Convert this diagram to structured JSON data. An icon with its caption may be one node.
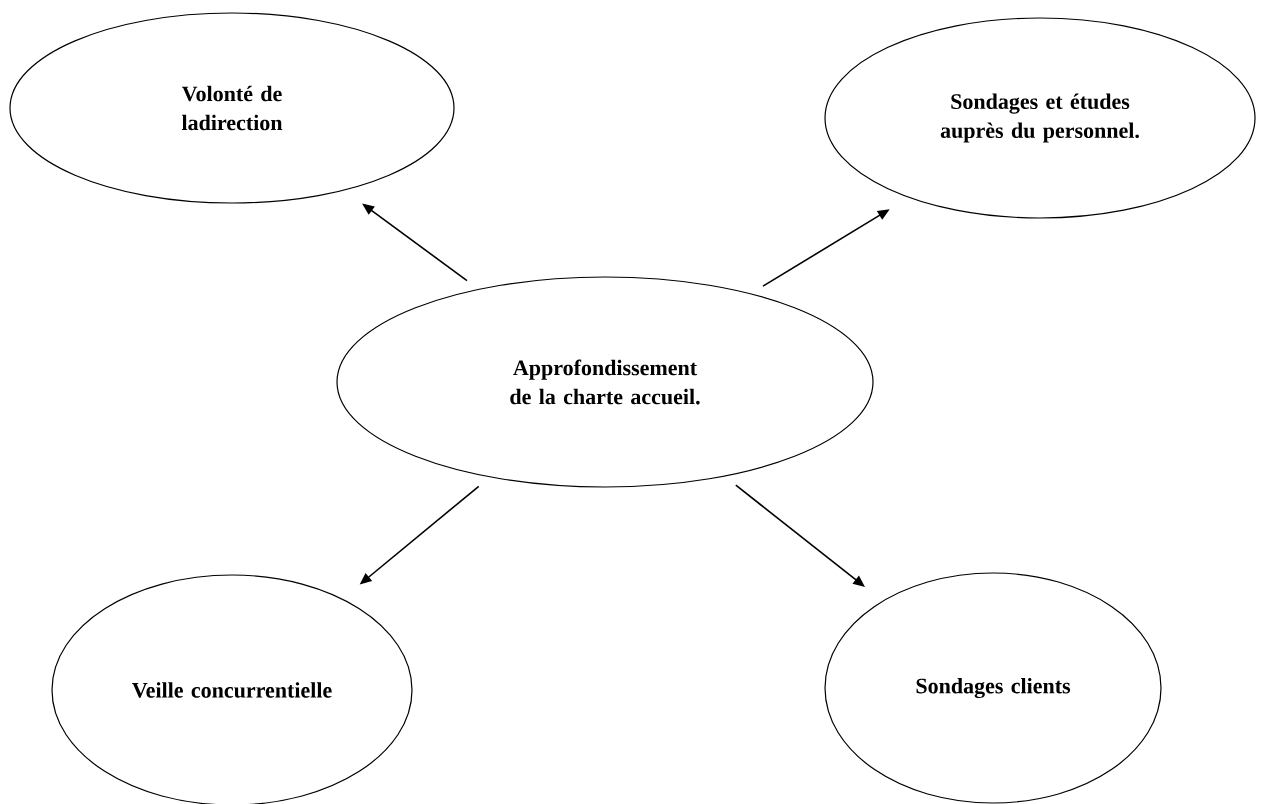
{
  "diagram": {
    "nodes": [
      {
        "text": [
          "Approfondissement de la charte accueil."
        ]
      },
      {
        "text": [
          "Volonté de ladirection"
        ]
      },
      {
        "text": [
          "Sondages et études auprès du personnel."
        ]
      },
      {
        "text": [
          "Veille concurrentielle"
        ]
      },
      {
        "text": [
          "Sondages clients"
        ]
      }
    ],
    "edges": [
      {
        "from": 0,
        "to": 1,
        "arrow": "to"
      },
      {
        "from": 0,
        "to": 2,
        "arrow": "to"
      },
      {
        "from": 0,
        "to": 3,
        "arrow": "to"
      },
      {
        "from": 0,
        "to": 4,
        "arrow": "to"
      }
    ]
  }
}
